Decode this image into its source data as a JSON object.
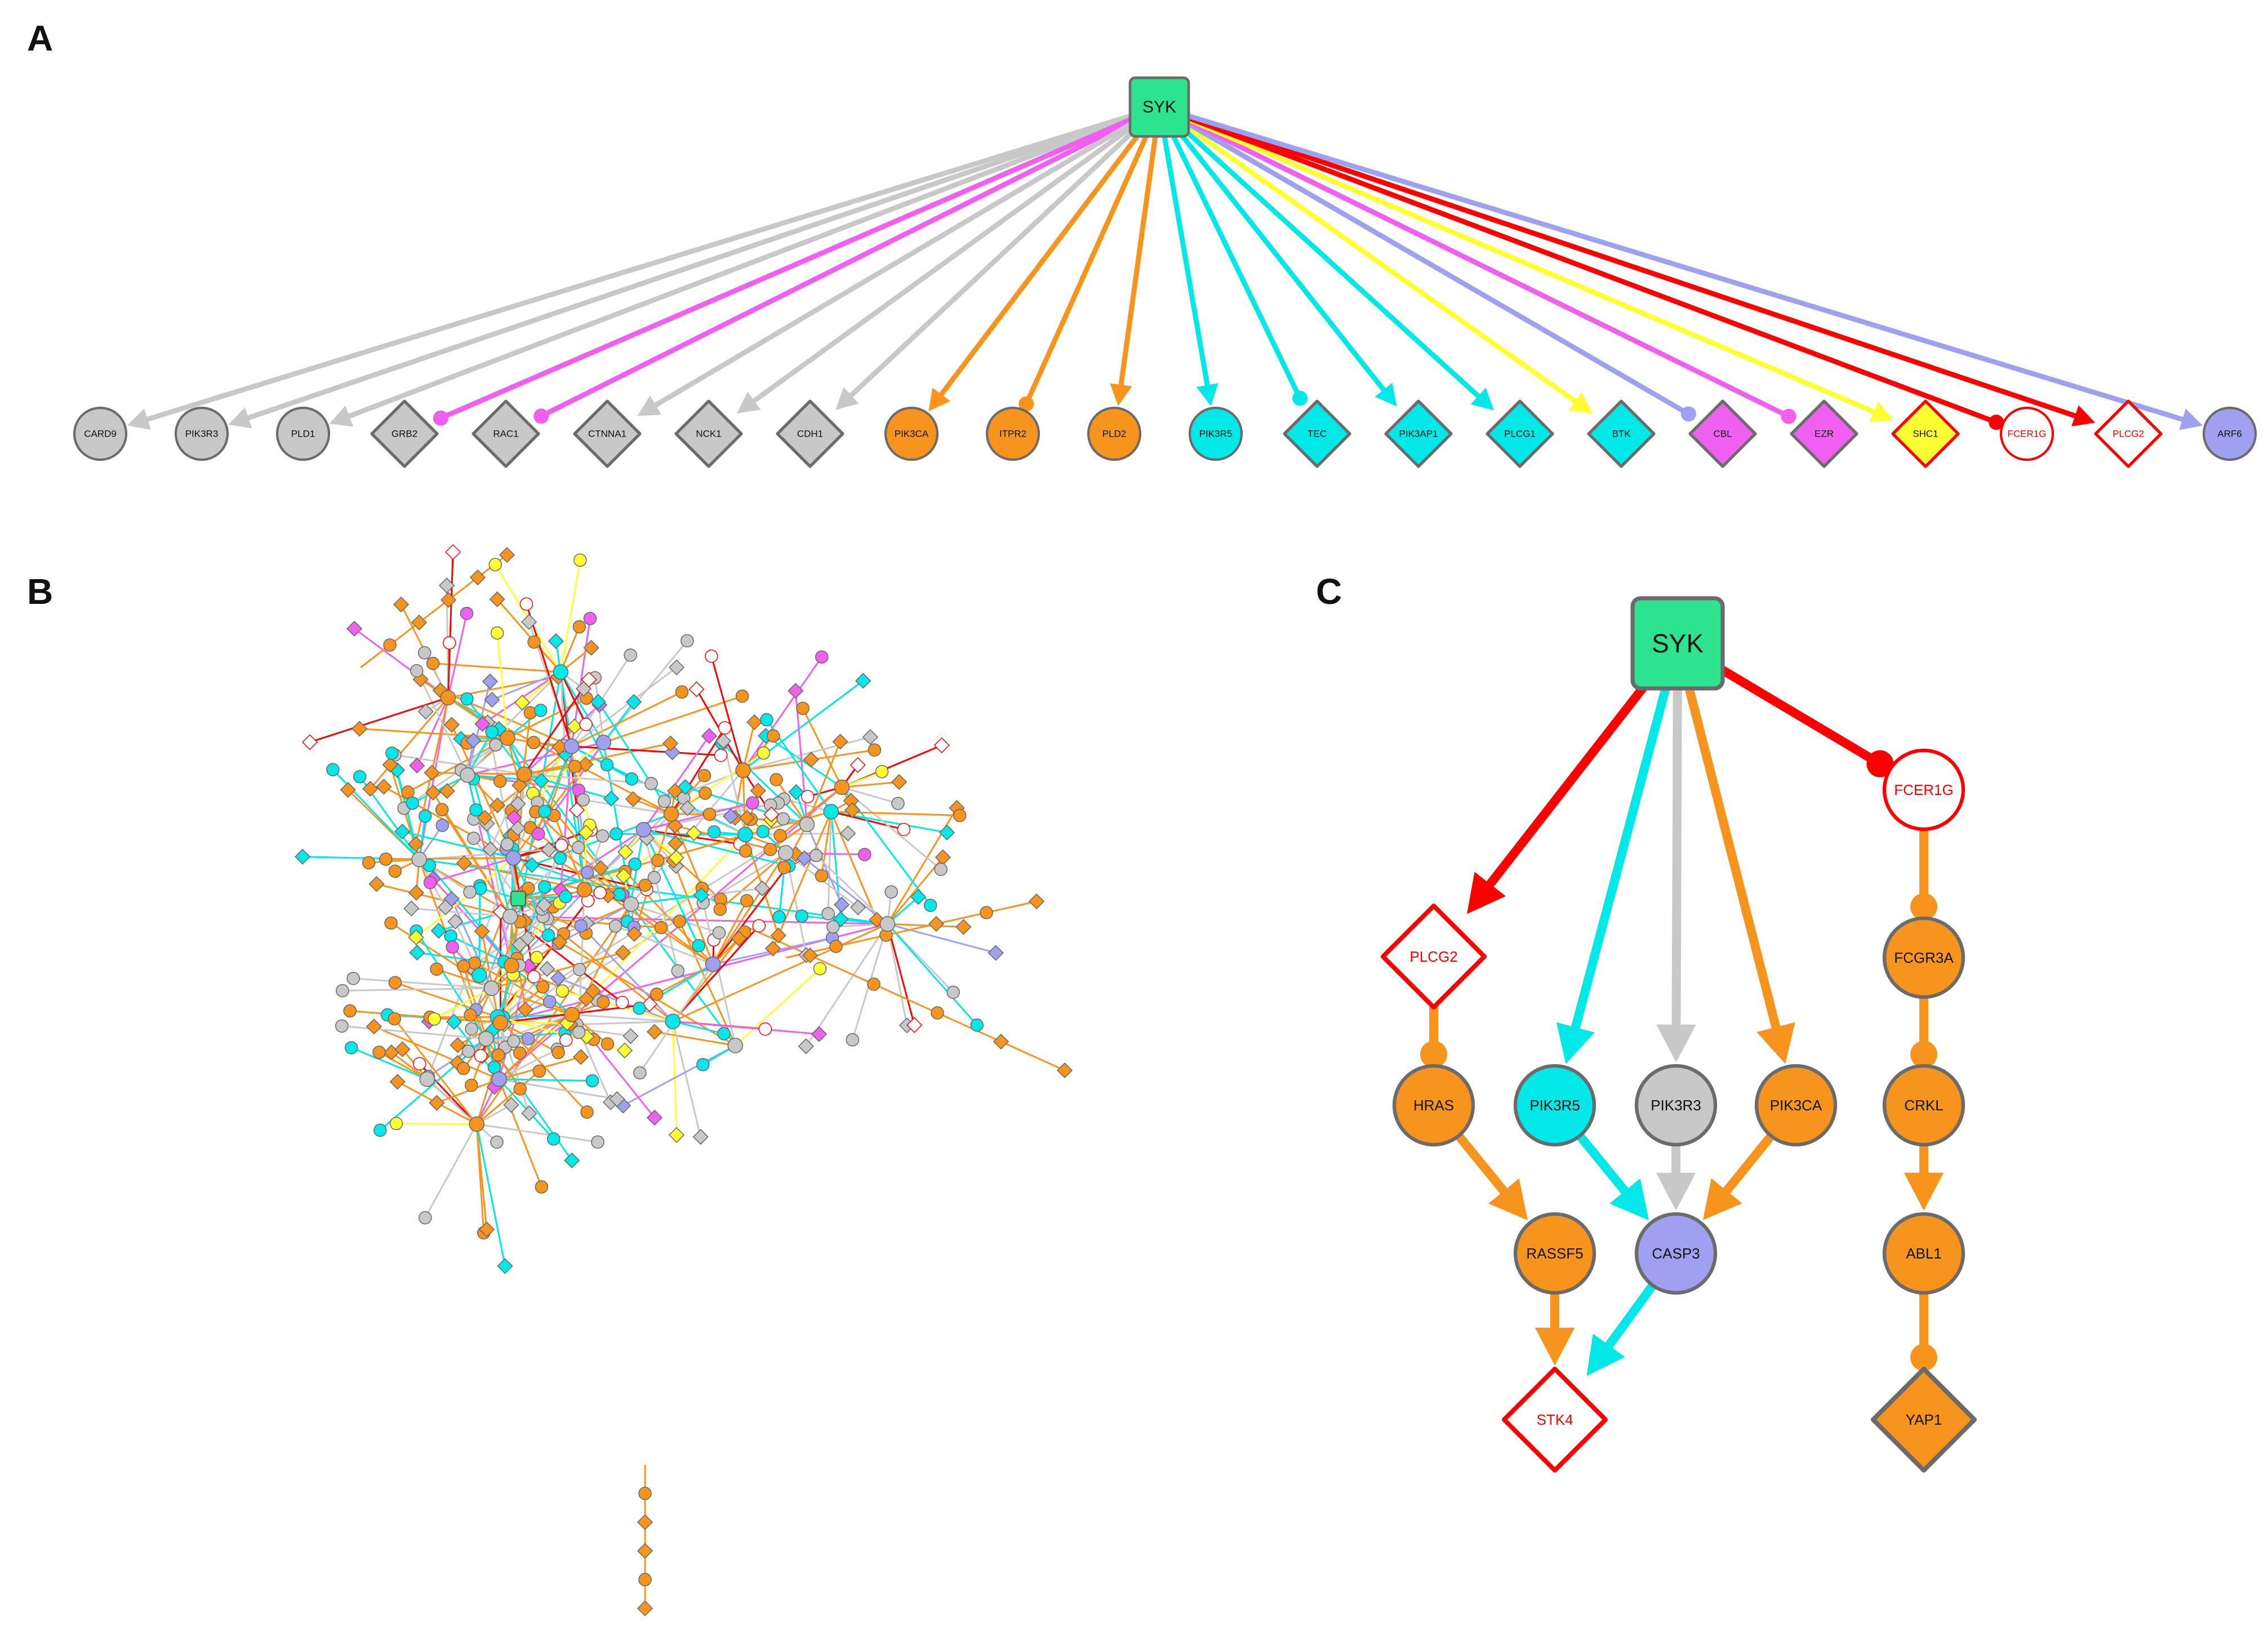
{
  "panels": {
    "a": {
      "letter": "A"
    },
    "b": {
      "letter": "B"
    },
    "c": {
      "letter": "C"
    }
  },
  "colors": {
    "hub_fill": "#2de38e",
    "gray": "#c8c8c8",
    "magenta": "#f060f0",
    "orange": "#f7941d",
    "cyan": "#00e8e8",
    "yellow": "#ffff33",
    "red": "#ff0000",
    "lavender": "#a0a0f0",
    "node_stroke": "#6b6b6b"
  },
  "panel_a": {
    "hub": {
      "label": "SYK"
    },
    "targets": [
      {
        "label": "CARD9",
        "shape": "circle",
        "fill": "gray",
        "edge": "gray",
        "head": "arrow"
      },
      {
        "label": "PIK3R3",
        "shape": "circle",
        "fill": "gray",
        "edge": "gray",
        "head": "arrow"
      },
      {
        "label": "PLD1",
        "shape": "circle",
        "fill": "gray",
        "edge": "gray",
        "head": "arrow"
      },
      {
        "label": "GRB2",
        "shape": "diamond",
        "fill": "gray",
        "edge": "magenta",
        "head": "dot"
      },
      {
        "label": "RAC1",
        "shape": "diamond",
        "fill": "gray",
        "edge": "magenta",
        "head": "dot"
      },
      {
        "label": "CTNNA1",
        "shape": "diamond",
        "fill": "gray",
        "edge": "gray",
        "head": "arrow"
      },
      {
        "label": "NCK1",
        "shape": "diamond",
        "fill": "gray",
        "edge": "gray",
        "head": "arrow"
      },
      {
        "label": "CDH1",
        "shape": "diamond",
        "fill": "gray",
        "edge": "gray",
        "head": "arrow"
      },
      {
        "label": "PIK3CA",
        "shape": "circle",
        "fill": "orange",
        "edge": "orange",
        "head": "arrow"
      },
      {
        "label": "ITPR2",
        "shape": "circle",
        "fill": "orange",
        "edge": "orange",
        "head": "dot"
      },
      {
        "label": "PLD2",
        "shape": "circle",
        "fill": "orange",
        "edge": "orange",
        "head": "arrow"
      },
      {
        "label": "PIK3R5",
        "shape": "circle",
        "fill": "cyan",
        "edge": "cyan",
        "head": "arrow"
      },
      {
        "label": "TEC",
        "shape": "diamond",
        "fill": "cyan",
        "edge": "cyan",
        "head": "dot"
      },
      {
        "label": "PIK3AP1",
        "shape": "diamond",
        "fill": "cyan",
        "edge": "cyan",
        "head": "arrow"
      },
      {
        "label": "PLCG1",
        "shape": "diamond",
        "fill": "cyan",
        "edge": "cyan",
        "head": "arrow"
      },
      {
        "label": "BTK",
        "shape": "diamond",
        "fill": "cyan",
        "edge": "yellow",
        "head": "arrow"
      },
      {
        "label": "CBL",
        "shape": "diamond",
        "fill": "magenta",
        "edge": "lavender",
        "head": "dot"
      },
      {
        "label": "EZR",
        "shape": "diamond",
        "fill": "magenta",
        "edge": "magenta",
        "head": "dot"
      },
      {
        "label": "SHC1",
        "shape": "diamond",
        "fill": "yellow",
        "edge": "yellow",
        "head": "arrow",
        "stroke": "red"
      },
      {
        "label": "FCER1G",
        "shape": "circle",
        "fill": "white",
        "edge": "red",
        "head": "dot",
        "stroke": "red",
        "text": "red"
      },
      {
        "label": "PLCG2",
        "shape": "diamond",
        "fill": "white",
        "edge": "red",
        "head": "arrow",
        "stroke": "red",
        "text": "red"
      },
      {
        "label": "ARF6",
        "shape": "circle",
        "fill": "lavender",
        "edge": "lavender",
        "head": "arrow"
      }
    ]
  },
  "panel_c": {
    "nodes": [
      {
        "id": "SYK",
        "label": "SYK",
        "shape": "square",
        "fill": "hub_fill",
        "stroke": "node_stroke",
        "text": "black"
      },
      {
        "id": "PLCG2",
        "label": "PLCG2",
        "shape": "diamond",
        "fill": "white",
        "stroke": "red",
        "text": "red"
      },
      {
        "id": "FCER1G",
        "label": "FCER1G",
        "shape": "circle",
        "fill": "white",
        "stroke": "red",
        "text": "red"
      },
      {
        "id": "HRAS",
        "label": "HRAS",
        "shape": "circle",
        "fill": "orange",
        "stroke": "node_stroke",
        "text": "black"
      },
      {
        "id": "PIK3R5",
        "label": "PIK3R5",
        "shape": "circle",
        "fill": "cyan",
        "stroke": "node_stroke",
        "text": "black"
      },
      {
        "id": "PIK3R3",
        "label": "PIK3R3",
        "shape": "circle",
        "fill": "gray",
        "stroke": "node_stroke",
        "text": "black"
      },
      {
        "id": "PIK3CA",
        "label": "PIK3CA",
        "shape": "circle",
        "fill": "orange",
        "stroke": "node_stroke",
        "text": "black"
      },
      {
        "id": "FCGR3A",
        "label": "FCGR3A",
        "shape": "circle",
        "fill": "orange",
        "stroke": "node_stroke",
        "text": "black"
      },
      {
        "id": "CRKL",
        "label": "CRKL",
        "shape": "circle",
        "fill": "orange",
        "stroke": "node_stroke",
        "text": "black"
      },
      {
        "id": "RASSF5",
        "label": "RASSF5",
        "shape": "circle",
        "fill": "orange",
        "stroke": "node_stroke",
        "text": "black"
      },
      {
        "id": "CASP3",
        "label": "CASP3",
        "shape": "circle",
        "fill": "lavender",
        "stroke": "node_stroke",
        "text": "black"
      },
      {
        "id": "ABL1",
        "label": "ABL1",
        "shape": "circle",
        "fill": "orange",
        "stroke": "node_stroke",
        "text": "black"
      },
      {
        "id": "STK4",
        "label": "STK4",
        "shape": "diamond",
        "fill": "white",
        "stroke": "red",
        "text": "red"
      },
      {
        "id": "YAP1",
        "label": "YAP1",
        "shape": "diamond",
        "fill": "orange",
        "stroke": "node_stroke",
        "text": "black"
      }
    ],
    "edges": [
      {
        "from": "SYK",
        "to": "PLCG2",
        "color": "red",
        "head": "arrow"
      },
      {
        "from": "SYK",
        "to": "FCER1G",
        "color": "red",
        "head": "dot"
      },
      {
        "from": "SYK",
        "to": "PIK3R5",
        "color": "cyan",
        "head": "arrow"
      },
      {
        "from": "SYK",
        "to": "PIK3R3",
        "color": "gray",
        "head": "arrow"
      },
      {
        "from": "SYK",
        "to": "PIK3CA",
        "color": "orange",
        "head": "arrow"
      },
      {
        "from": "PLCG2",
        "to": "HRAS",
        "color": "orange",
        "head": "dot"
      },
      {
        "from": "FCER1G",
        "to": "FCGR3A",
        "color": "orange",
        "head": "dot"
      },
      {
        "from": "FCGR3A",
        "to": "CRKL",
        "color": "orange",
        "head": "dot"
      },
      {
        "from": "CRKL",
        "to": "ABL1",
        "color": "orange",
        "head": "arrow"
      },
      {
        "from": "ABL1",
        "to": "YAP1",
        "color": "orange",
        "head": "dot"
      },
      {
        "from": "HRAS",
        "to": "RASSF5",
        "color": "orange",
        "head": "arrow"
      },
      {
        "from": "RASSF5",
        "to": "STK4",
        "color": "orange",
        "head": "arrow"
      },
      {
        "from": "PIK3R5",
        "to": "CASP3",
        "color": "cyan",
        "head": "arrow"
      },
      {
        "from": "PIK3R3",
        "to": "CASP3",
        "color": "gray",
        "head": "arrow"
      },
      {
        "from": "PIK3CA",
        "to": "CASP3",
        "color": "orange",
        "head": "arrow"
      },
      {
        "from": "CASP3",
        "to": "STK4",
        "color": "cyan",
        "head": "arrow"
      }
    ]
  },
  "panel_b": {
    "edge_color_mix": [
      "orange",
      "cyan",
      "gray",
      "yellow",
      "red",
      "magenta",
      "lavender"
    ],
    "center_node_fill": "hub_fill"
  }
}
